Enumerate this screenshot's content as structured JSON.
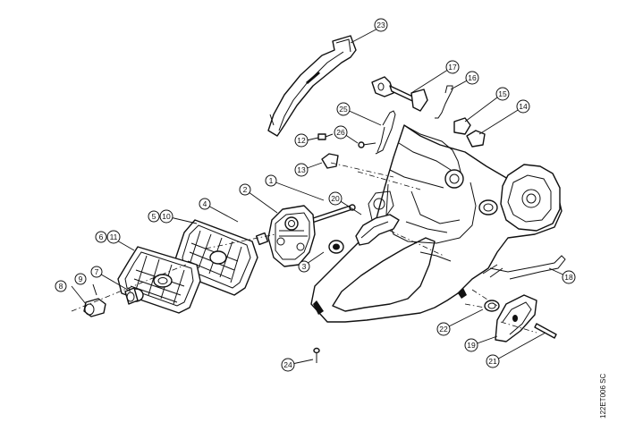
{
  "diagram": {
    "reference_code": "122ET006 SC",
    "callouts": [
      "1",
      "2",
      "3",
      "4",
      "5",
      "6",
      "7",
      "8",
      "9",
      "10",
      "11",
      "12",
      "13",
      "14",
      "15",
      "16",
      "17",
      "18",
      "19",
      "20",
      "21",
      "22",
      "23",
      "24",
      "25",
      "26"
    ]
  }
}
